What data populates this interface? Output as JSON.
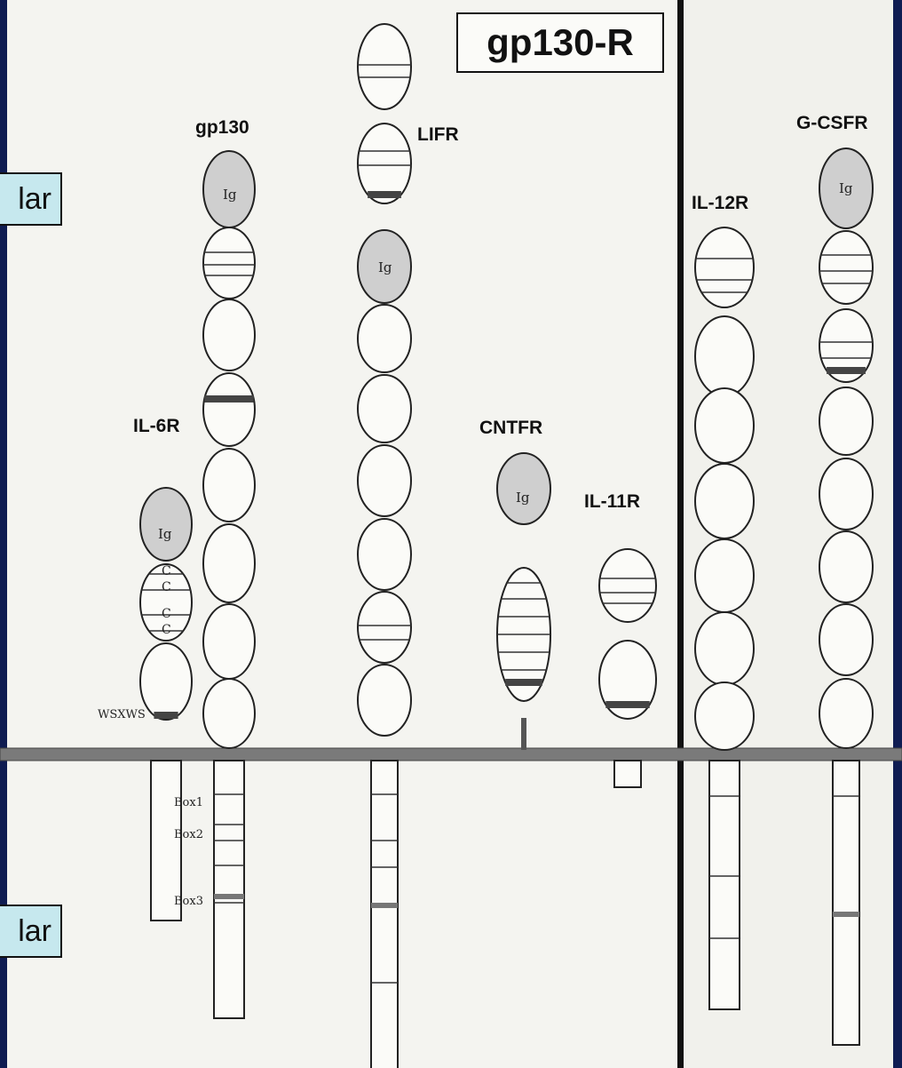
{
  "title": "gp130-R",
  "side_labels": {
    "top": "lar",
    "bottom": "lar"
  },
  "receptors": [
    {
      "name": "gp130"
    },
    {
      "name": "LIFR"
    },
    {
      "name": "G-CSFR"
    },
    {
      "name": "IL-12R"
    },
    {
      "name": "IL-6R"
    },
    {
      "name": "CNTFR"
    },
    {
      "name": "IL-11R"
    }
  ],
  "domain_labels": {
    "ig": "Ig",
    "c": "C",
    "wsxws": "WSXWS",
    "box1": "Box1",
    "box2": "Box2",
    "box3": "Box3"
  },
  "colors": {
    "background": "#0f1c52",
    "page": "#f4f4f0",
    "ig_fill": "#cfcfcf",
    "membrane": "#7a7a7a",
    "side_box": "#c6e8ee"
  }
}
